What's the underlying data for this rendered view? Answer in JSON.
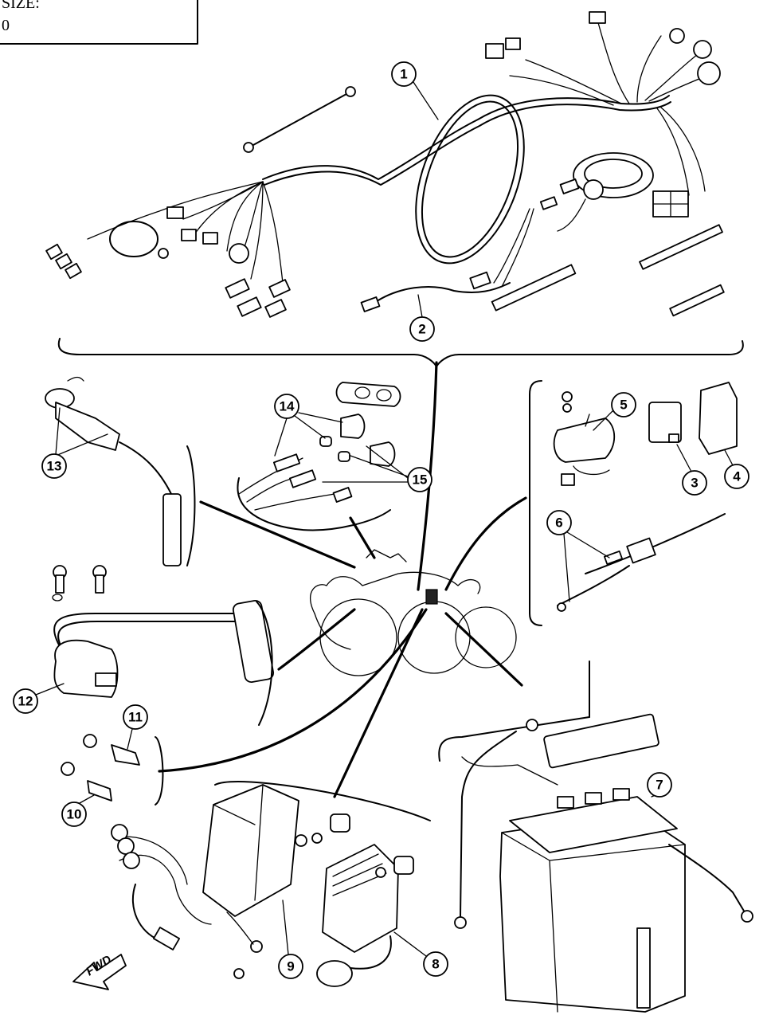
{
  "header_box": {
    "line1": "SIZE:",
    "line2": "0"
  },
  "callouts": [
    {
      "id": "1",
      "label": "1"
    },
    {
      "id": "2",
      "label": "2"
    },
    {
      "id": "3",
      "label": "3"
    },
    {
      "id": "4",
      "label": "4"
    },
    {
      "id": "5",
      "label": "5"
    },
    {
      "id": "6",
      "label": "6"
    },
    {
      "id": "7",
      "label": "7"
    },
    {
      "id": "8",
      "label": "8"
    },
    {
      "id": "9",
      "label": "9"
    },
    {
      "id": "10",
      "label": "10"
    },
    {
      "id": "11",
      "label": "11"
    },
    {
      "id": "12",
      "label": "12"
    },
    {
      "id": "13",
      "label": "13"
    },
    {
      "id": "14",
      "label": "14"
    },
    {
      "id": "15",
      "label": "15"
    }
  ],
  "direction_arrow": {
    "label": "FWD"
  }
}
